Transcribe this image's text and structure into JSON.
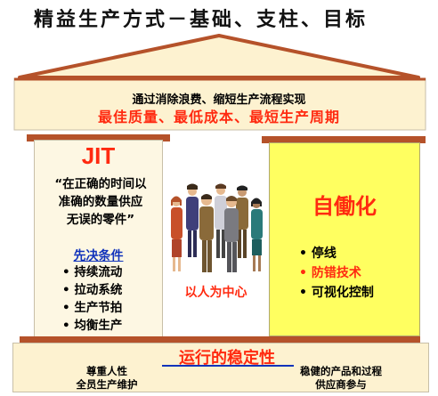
{
  "title": "精益生产方式－基础、支柱、目标",
  "roof": {
    "line1": "通过消除浪费、缩短生产流程实现",
    "line2": "最佳质量、最低成本、最短生产周期"
  },
  "left_pillar": {
    "heading": "JIT",
    "quote": [
      "“在正确的时间以",
      "准确的数量供应",
      "无误的零件”"
    ],
    "prereq_title": "先决条件",
    "items": [
      "持续流动",
      "拉动系统",
      "生产节拍",
      "均衡生产"
    ]
  },
  "right_pillar": {
    "heading": "自働化",
    "items": [
      {
        "label": "停线",
        "color": "#000000"
      },
      {
        "label": "防错技术",
        "color": "#ff2a10"
      },
      {
        "label": "可视化控制",
        "color": "#000000"
      }
    ]
  },
  "center": {
    "label": "以人为中心",
    "image": "group-of-people-icon"
  },
  "base": {
    "title": "运行的稳定性",
    "left": [
      "尊重人性",
      "全员生产维护"
    ],
    "right": [
      "稳健的产品和过程",
      "供应商参与"
    ]
  },
  "colors": {
    "accent_red": "#ff2a10",
    "roof_frame": "#b5522a",
    "pillar_left_fill": "#fdf7e3",
    "pillar_right_fill": "#ffff60",
    "link_blue": "#1133bb"
  }
}
